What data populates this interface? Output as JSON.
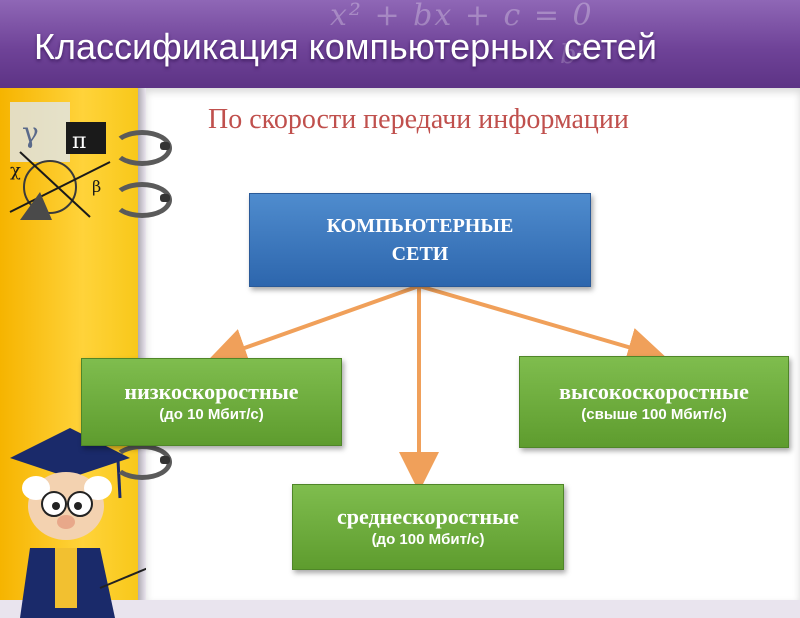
{
  "header": {
    "title": "Классификация компьютерных сетей",
    "formula_decoration": "x² + bx + c = 0",
    "formula_decoration_2": "b²"
  },
  "subtitle": "По скорости передачи информации",
  "diagram": {
    "root": {
      "label_line1": "КОМПЬЮТЕРНЫЕ",
      "label_line2": "СЕТИ"
    },
    "children": [
      {
        "label": "низкоскоростные",
        "detail": "(до 10 Мбит/с)"
      },
      {
        "label": "среднескоростные",
        "detail": "(до 100 Мбит/с)"
      },
      {
        "label": "высокоскоростные",
        "detail": "(свыше 100 Мбит/с)"
      }
    ]
  },
  "colors": {
    "header": "#6f4398",
    "root_box": "#3a76be",
    "child_box": "#6eac3c",
    "arrow": "#f0a05a",
    "subtitle": "#c0504d",
    "left_strip": "#ffd33a"
  }
}
